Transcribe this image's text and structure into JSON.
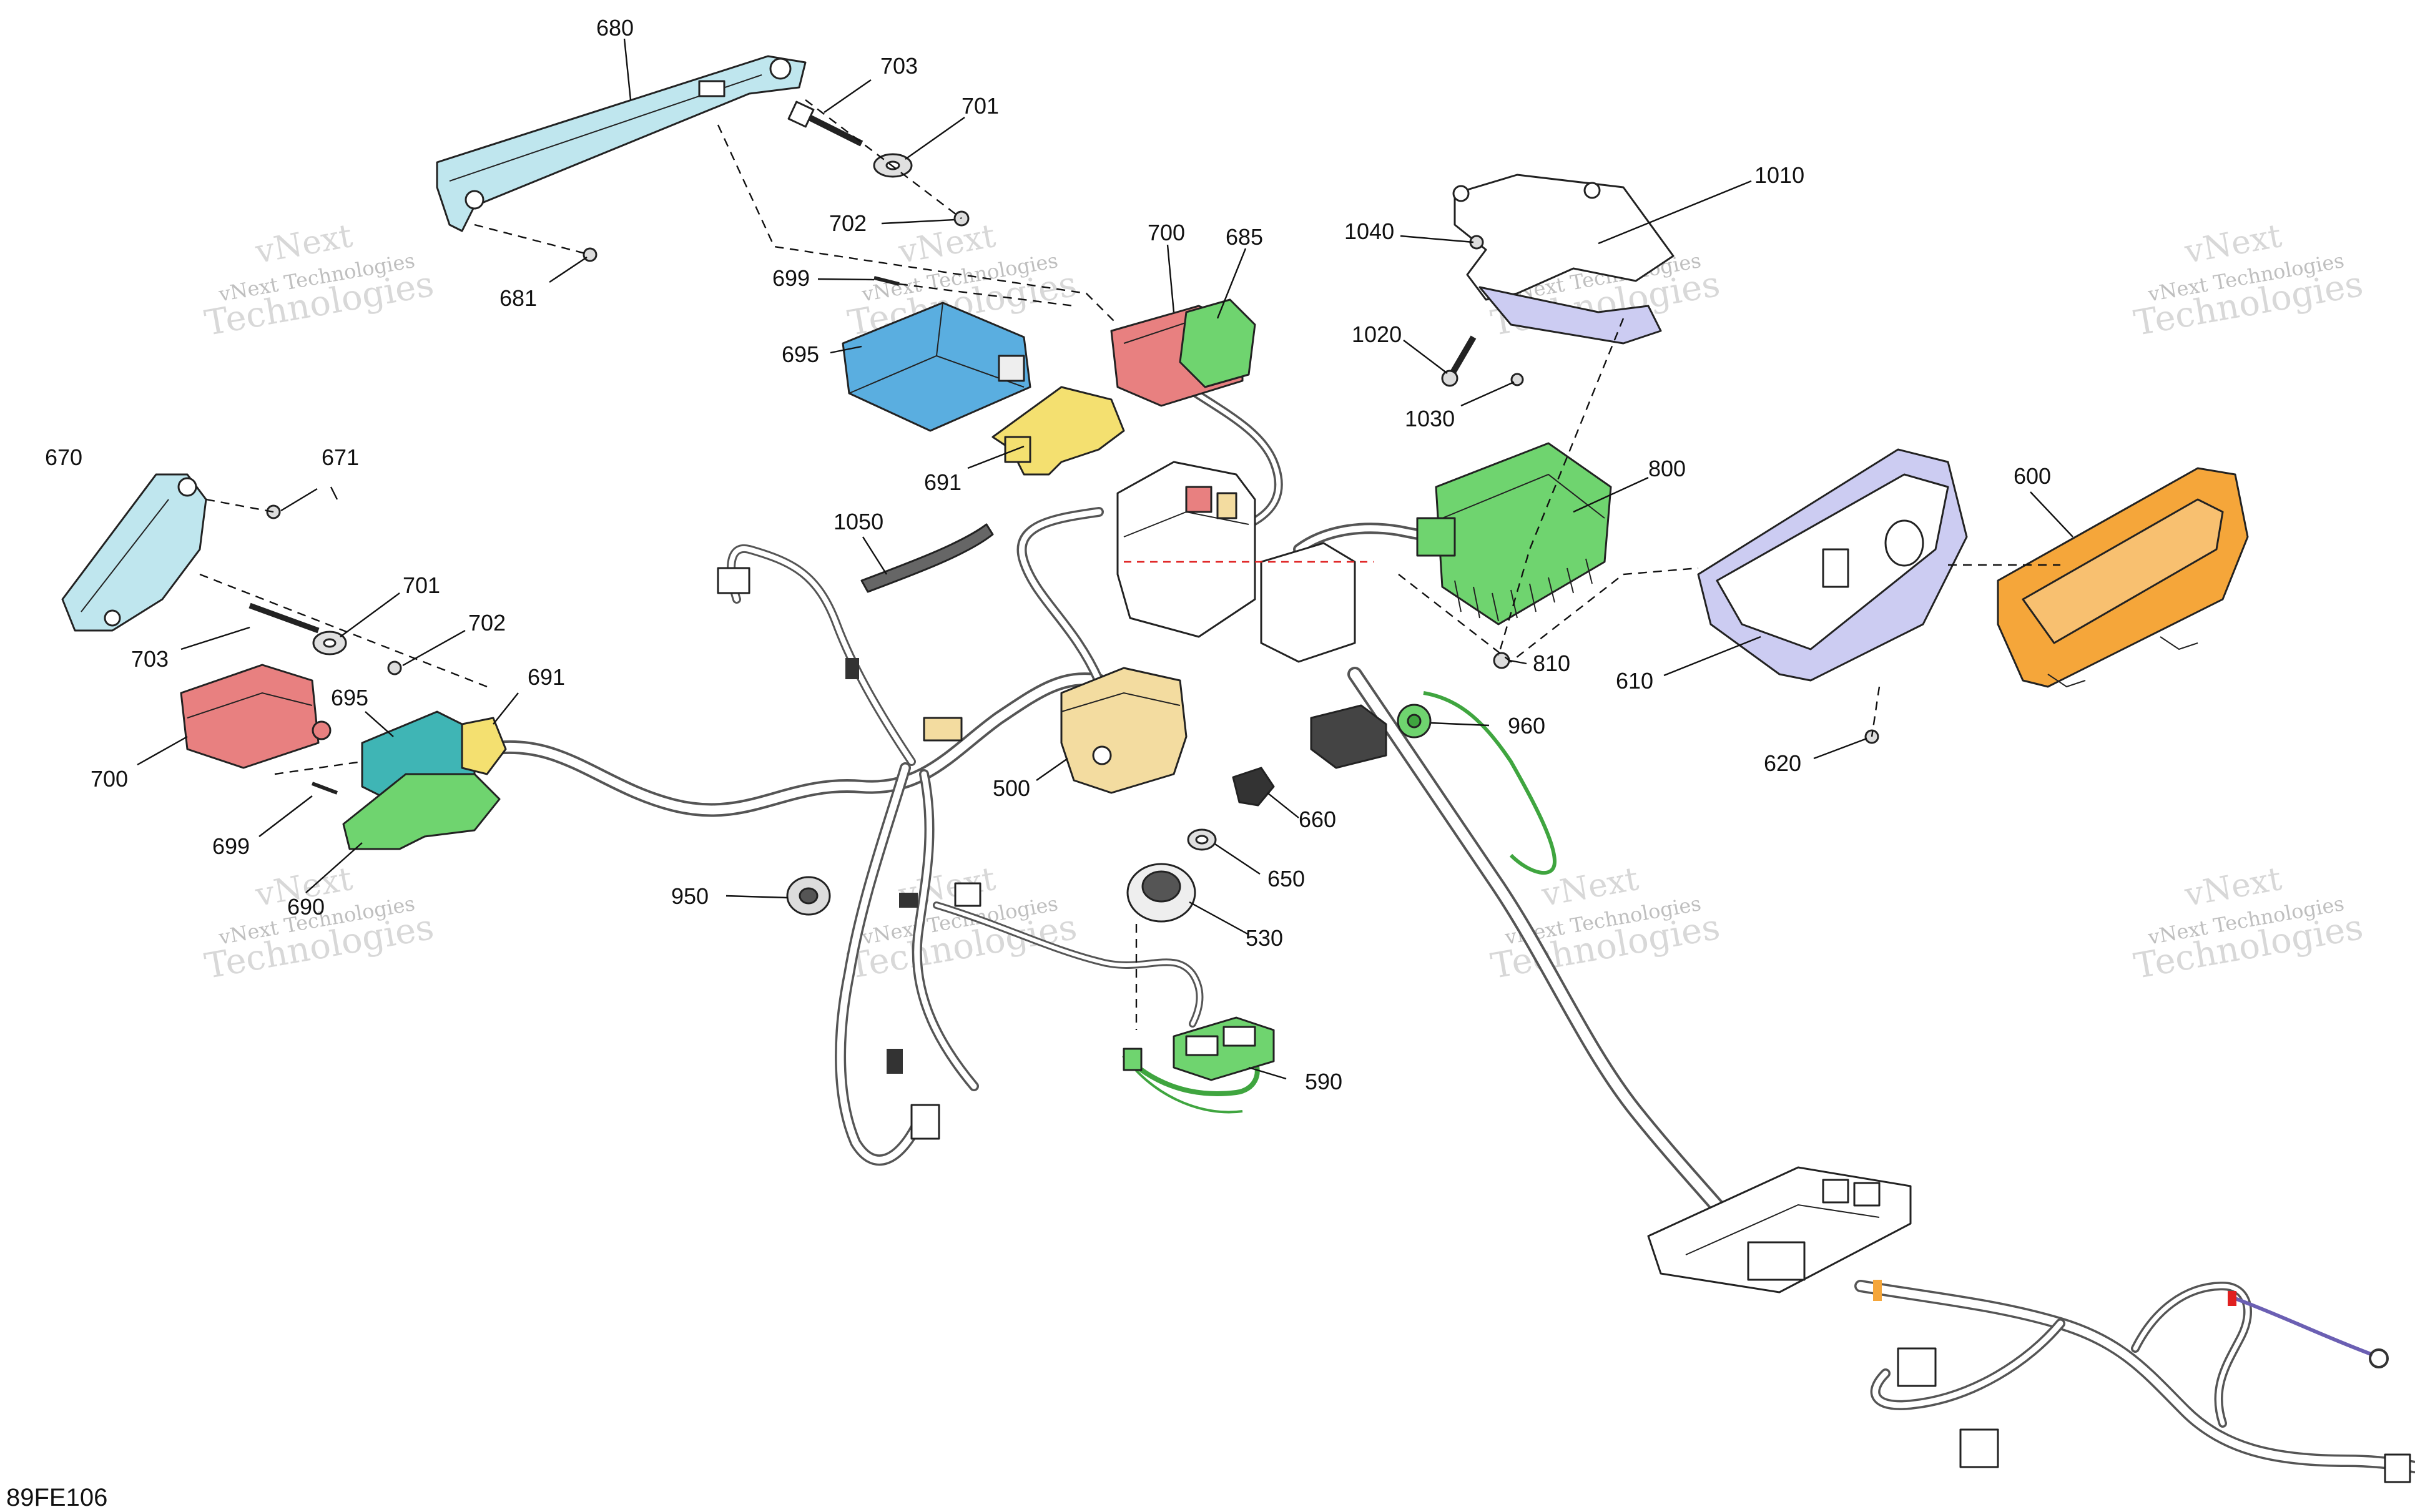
{
  "figure_code": "89FE106",
  "watermark": {
    "line1": "vNext",
    "line2": "vNext Technologies",
    "line3": "Technologies"
  },
  "colors": {
    "blue_part": "#5aaee0",
    "red_part": "#e88080",
    "green_part": "#6fd46f",
    "yellow_part": "#f4e070",
    "light_cyan_part": "#bfe6ee",
    "teal_part": "#3fb5b5",
    "beige_part": "#f3dca0",
    "lavender_part": "#ccccf2",
    "orange_part": "#f5a63a",
    "wire_gray": "#555555",
    "leader_line": "#111111",
    "center_line_red": "#e02020"
  },
  "callouts": {
    "c680": "680",
    "c703a": "703",
    "c701a": "701",
    "c702a": "702",
    "c681": "681",
    "c700a": "700",
    "c685": "685",
    "c699a": "699",
    "c695a": "695",
    "c691a": "691",
    "c1040": "1040",
    "c1010": "1010",
    "c1020": "1020",
    "c1030": "1030",
    "c800": "800",
    "c810": "810",
    "c600": "600",
    "c610": "610",
    "c620": "620",
    "c670": "670",
    "c671": "671",
    "c701b": "701",
    "c702b": "702",
    "c703b": "703",
    "c691b": "691",
    "c695b": "695",
    "c700b": "700",
    "c699b": "699",
    "c690": "690",
    "c1050": "1050",
    "c500": "500",
    "c960": "960",
    "c660": "660",
    "c650": "650",
    "c950": "950",
    "c530": "530",
    "c590": "590"
  }
}
